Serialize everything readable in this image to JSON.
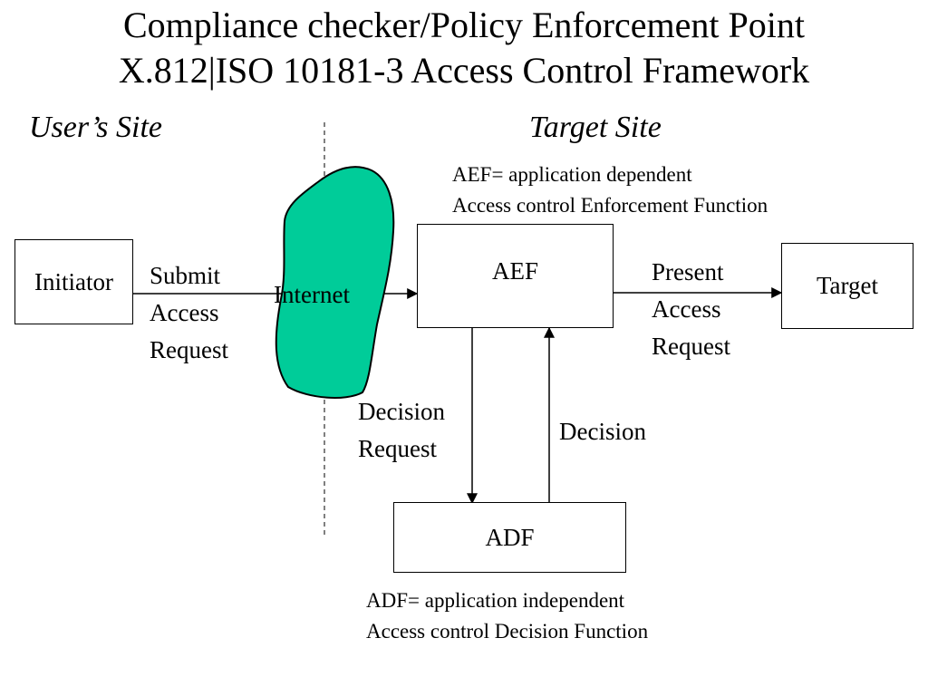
{
  "title": {
    "line1": "Compliance checker/Policy Enforcement Point",
    "line2": "X.812|ISO 10181-3 Access Control Framework"
  },
  "sites": {
    "user": "User’s Site",
    "target": "Target Site"
  },
  "boxes": {
    "initiator": "Initiator",
    "aef": "AEF",
    "target": "Target",
    "adf": "ADF"
  },
  "cloud": {
    "label": "Internet",
    "fill_color": "#00cc99"
  },
  "labels": {
    "submit": [
      "Submit",
      "Access",
      "Request"
    ],
    "present": [
      "Present",
      "Access",
      "Request"
    ],
    "decision_request": [
      "Decision",
      "Request"
    ],
    "decision": "Decision"
  },
  "notes": {
    "aef": [
      "AEF= application dependent",
      "Access control Enforcement Function"
    ],
    "adf": [
      "ADF= application independent",
      "Access control Decision Function"
    ]
  }
}
